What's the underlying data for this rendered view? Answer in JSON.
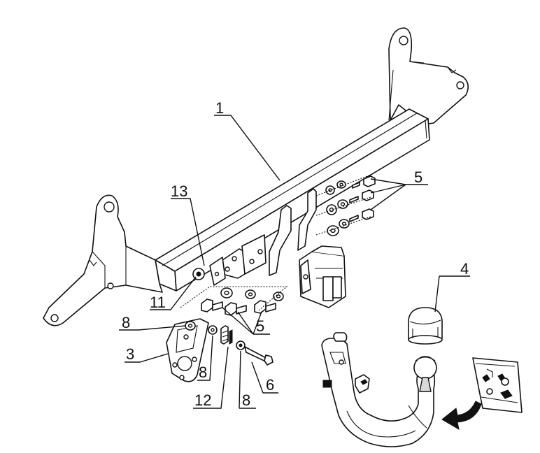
{
  "diagram": {
    "callouts": [
      {
        "id": "c1",
        "text": "1"
      },
      {
        "id": "c2",
        "text": "4"
      },
      {
        "id": "c3",
        "text": "5"
      },
      {
        "id": "c4",
        "text": "13"
      },
      {
        "id": "c5",
        "text": "11"
      },
      {
        "id": "c6",
        "text": "8"
      },
      {
        "id": "c7",
        "text": "5"
      },
      {
        "id": "c8",
        "text": "3"
      },
      {
        "id": "c9",
        "text": "8"
      },
      {
        "id": "c10",
        "text": "6"
      },
      {
        "id": "c11",
        "text": "12"
      },
      {
        "id": "c12",
        "text": "8"
      }
    ],
    "colors": {
      "line": "#111111",
      "background": "#ffffff",
      "shade": "#d8d8d8"
    }
  }
}
